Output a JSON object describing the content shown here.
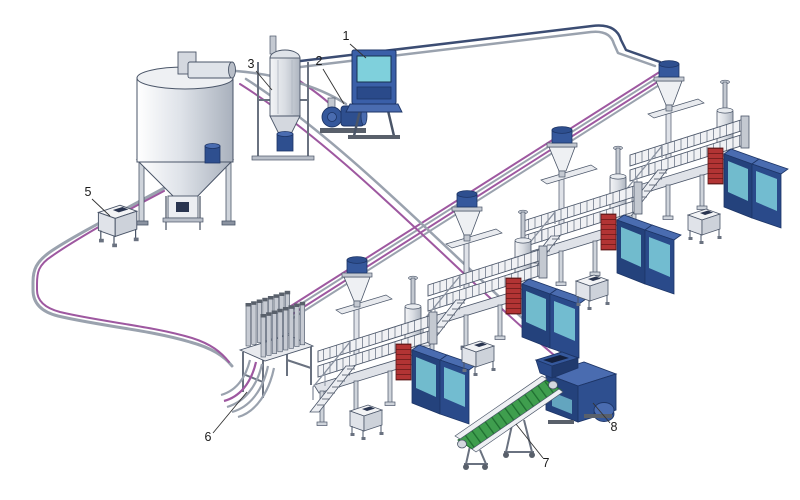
{
  "diagram": {
    "background": "#ffffff",
    "callouts": {
      "c1": {
        "label": "1"
      },
      "c2": {
        "label": "2"
      },
      "c3": {
        "label": "3"
      },
      "c5": {
        "label": "5"
      },
      "c6": {
        "label": "6"
      },
      "c7": {
        "label": "7"
      },
      "c8": {
        "label": "8"
      }
    },
    "components": [
      "control-cabinet",
      "vacuum-pump",
      "central-filter",
      "mixing-silo",
      "additive-station",
      "distribution-manifold",
      "incline-conveyor",
      "granulator",
      "molding-machine-1",
      "molding-machine-2",
      "molding-machine-3",
      "molding-machine-4"
    ],
    "colors": {
      "machine_blue_dark": "#24427c",
      "machine_blue": "#35589c",
      "machine_blue_light": "#4a6cb0",
      "panel_teal": "#7fd0dc",
      "pipe_gray": "#9aa2ae",
      "pipe_navy": "#3c4d73",
      "pipe_purple": "#9e58a0",
      "metal_light": "#eef0f3",
      "metal_mid": "#d4d8df",
      "metal_dark": "#b8bec8",
      "outline": "#4a5568",
      "heater_red": "#b23434",
      "belt_green": "#3f9e4e",
      "label_color": "#1a1a1a"
    }
  }
}
